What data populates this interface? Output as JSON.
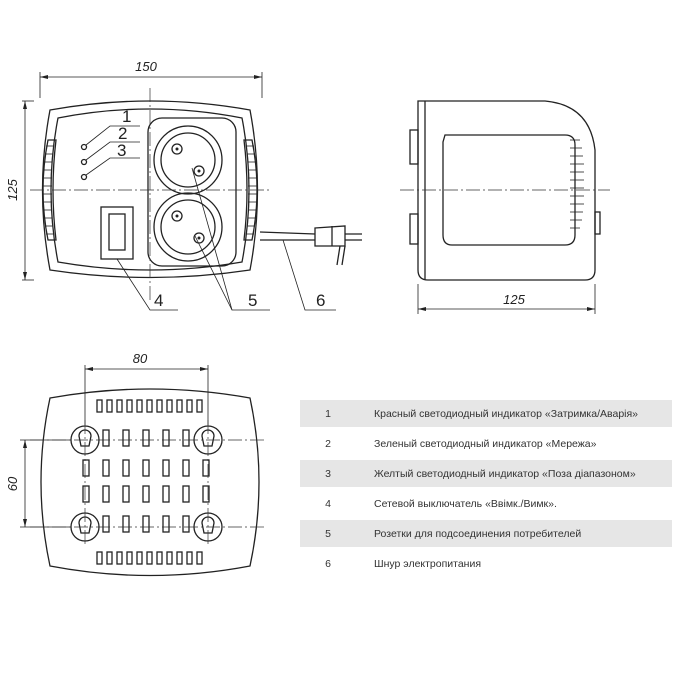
{
  "dimensions": {
    "front_width": "150",
    "front_height": "125",
    "side_depth": "125",
    "bottom_hole_spacing_x": "80",
    "bottom_hole_spacing_y": "60"
  },
  "callouts": [
    "1",
    "2",
    "3",
    "4",
    "5",
    "6"
  ],
  "legend": [
    {
      "num": "1",
      "text": "Красный светодиодный индикатор «Затримка/Аварія»"
    },
    {
      "num": "2",
      "text": "Зеленый светодиодный индикатор «Мережа»"
    },
    {
      "num": "3",
      "text": "Желтый светодиодный индикатор «Поза діапазоном»"
    },
    {
      "num": "4",
      "text": "Сетевой выключатель «Ввімк./Вимк»."
    },
    {
      "num": "5",
      "text": "Розетки для подсоединения потребителей"
    },
    {
      "num": "6",
      "text": "Шнур электропитания"
    }
  ]
}
